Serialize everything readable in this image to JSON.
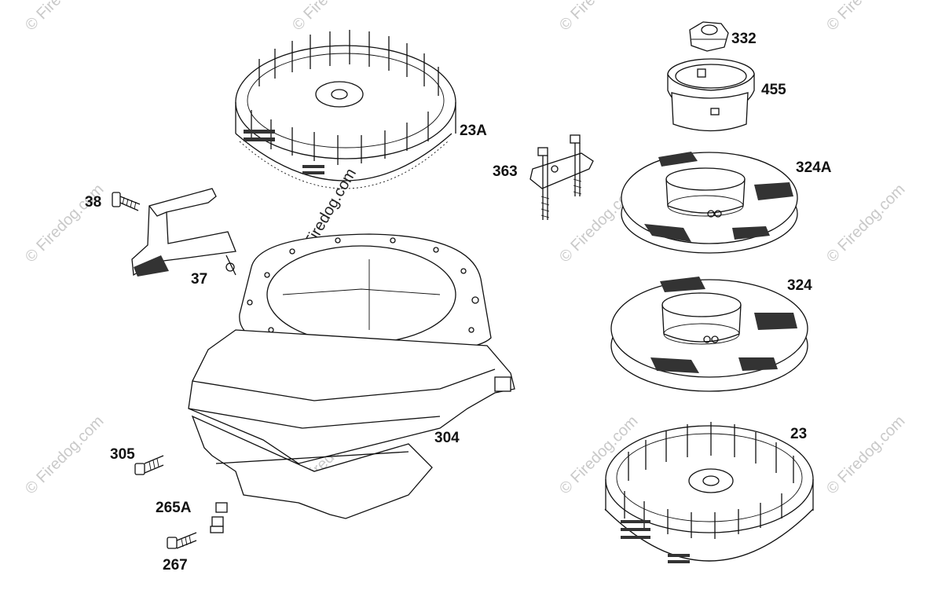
{
  "diagram": {
    "part_labels": {
      "p23A": "23A",
      "p38": "38",
      "p37": "37",
      "p363": "363",
      "p332": "332",
      "p455": "455",
      "p324A": "324A",
      "p324": "324",
      "p304": "304",
      "p23": "23",
      "p305": "305",
      "p265A": "265A",
      "p267": "267"
    },
    "watermark": {
      "tile": "© Firedog.com",
      "center": "© Firedog.com"
    }
  }
}
